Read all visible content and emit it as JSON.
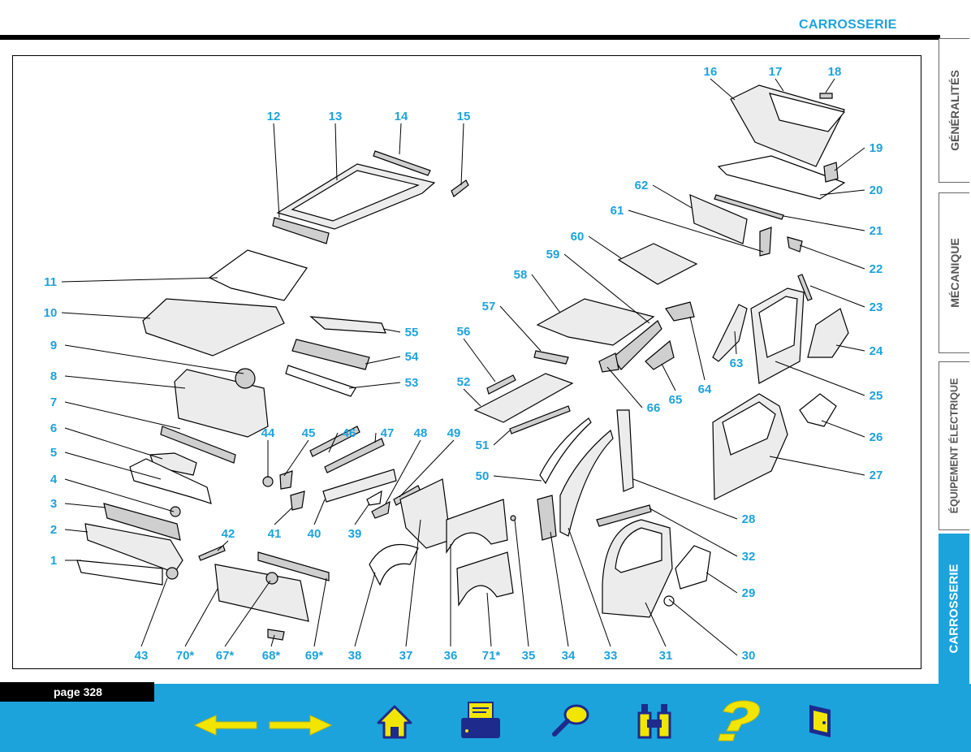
{
  "header": {
    "section_title": "CARROSSERIE"
  },
  "footer": {
    "page_label": "page 328"
  },
  "tabs": [
    "GÉNÉRALITÉS",
    "MÉCANIQUE",
    "ÉQUIPEMENT ÉLECTRIQUE",
    "CARROSSERIE"
  ],
  "active_tab": "CARROSSERIE",
  "callouts": [
    "1",
    "2",
    "3",
    "4",
    "5",
    "6",
    "7",
    "8",
    "9",
    "10",
    "11",
    "12",
    "13",
    "14",
    "15",
    "16",
    "17",
    "18",
    "19",
    "20",
    "21",
    "22",
    "23",
    "24",
    "25",
    "26",
    "27",
    "28",
    "29",
    "30",
    "31",
    "32",
    "33",
    "34",
    "35",
    "36",
    "37",
    "38",
    "39",
    "40",
    "41",
    "42",
    "43",
    "44",
    "45",
    "46",
    "47",
    "48",
    "49",
    "50",
    "51",
    "52",
    "53",
    "54",
    "55",
    "56",
    "57",
    "58",
    "59",
    "60",
    "61",
    "62",
    "63",
    "64",
    "65",
    "66",
    "67*",
    "68*",
    "69*",
    "70*",
    "71*"
  ],
  "icons": [
    "arrow-left-icon",
    "arrow-right-icon",
    "home-icon",
    "printer-icon",
    "magnifier-icon",
    "binoculars-icon",
    "help-icon",
    "exit-door-icon"
  ],
  "colors": {
    "accent": "#1da3dc",
    "nav_icon_yellow": "#f2e600",
    "nav_icon_blue": "#1e2a8c"
  }
}
